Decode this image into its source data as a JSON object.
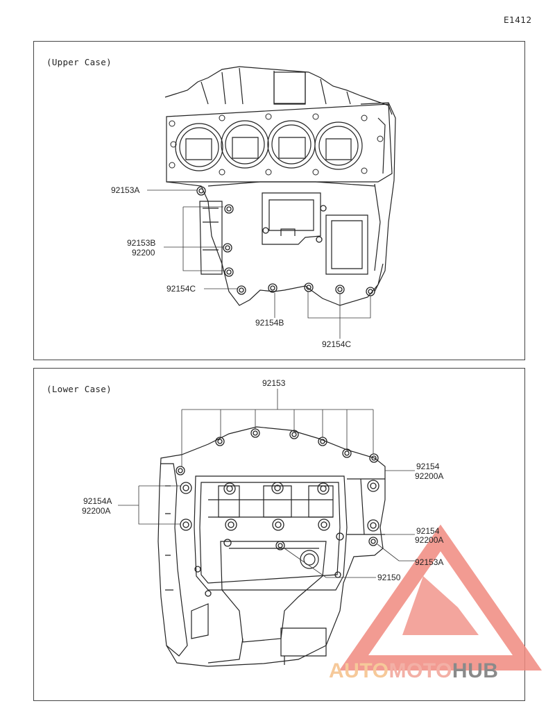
{
  "diagram_code": "E1412",
  "upper": {
    "title": "(Upper Case)",
    "labels": {
      "p92153A": "92153A",
      "p92153B": "92153B",
      "p92200": "92200",
      "p92154C_left": "92154C",
      "p92154B": "92154B",
      "p92154C_bottom": "92154C"
    }
  },
  "lower": {
    "title": "(Lower Case)",
    "labels": {
      "p92153": "92153",
      "p92154_top": "92154",
      "p92200A_top": "92200A",
      "p92154A": "92154A",
      "p92200A_left": "92200A",
      "p92154_mid": "92154",
      "p92200A_mid": "92200A",
      "p92153A": "92153A",
      "p92150": "92150"
    }
  },
  "watermark": {
    "part1": "AUTO",
    "part2": "MOTO",
    "part3": "HUB",
    "colors": {
      "auto": "#f6c99a",
      "moto": "#f3b0a6",
      "hub": "#8a8a8a",
      "triangle": "#f08a80"
    }
  }
}
